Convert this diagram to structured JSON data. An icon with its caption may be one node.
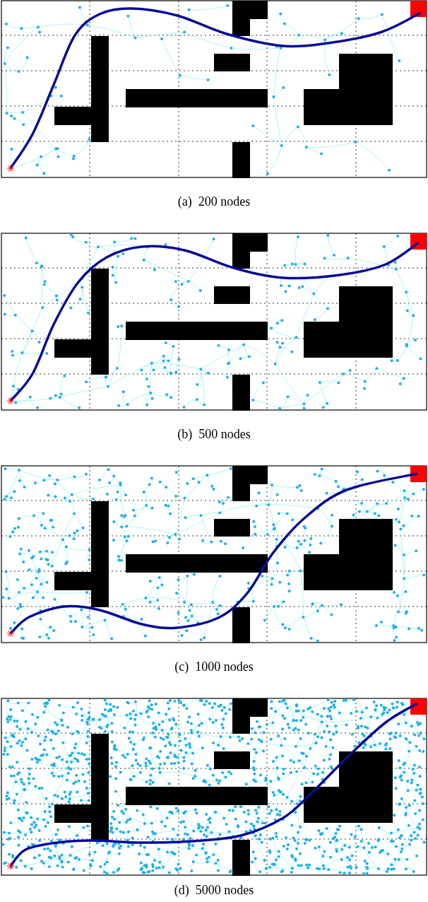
{
  "diagram": {
    "labels": [
      "(a)  200 nodes",
      "(b)  500 nodes",
      "(c)  1000 nodes",
      "(d)  5000 nodes"
    ]
  }
}
